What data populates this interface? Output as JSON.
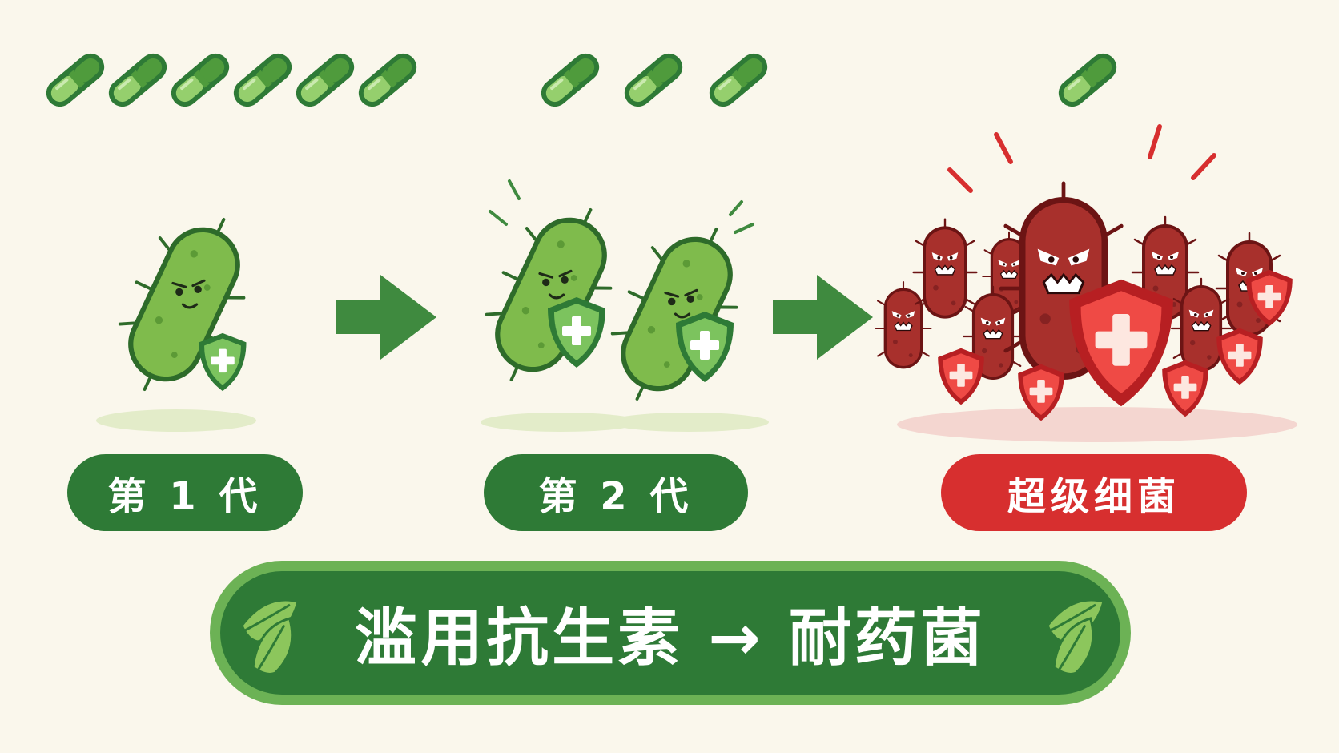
{
  "stages": [
    {
      "label": "第 1 代",
      "pills": 6,
      "state": "resistant-start"
    },
    {
      "label": "第 2 代",
      "pills": 3,
      "state": "resistant-growing"
    },
    {
      "label": "超级细菌",
      "pills": 1,
      "state": "superbug"
    }
  ],
  "banner": {
    "text": "滥用抗生素 → 耐药菌"
  },
  "colors": {
    "background": "#faf7ec",
    "green_dark": "#2e7a36",
    "green_light": "#6cb255",
    "bacteria_green": "#72b24a",
    "bacteria_red": "#9e2a2a",
    "superbug_red": "#d72f2f"
  },
  "icons": [
    "pill-capsule-icon",
    "bacteria-icon",
    "shield-cross-icon",
    "arrow-right-icon",
    "leaf-icon"
  ]
}
